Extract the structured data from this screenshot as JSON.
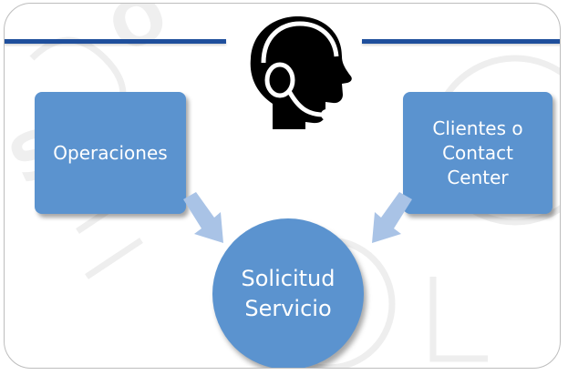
{
  "diagram": {
    "left_box": {
      "label": "Operaciones"
    },
    "right_box": {
      "lines": [
        "Clientes o",
        "Contact",
        "Center"
      ]
    },
    "center_circle": {
      "lines": [
        "Solicitud",
        "Servicio"
      ]
    },
    "icon": "headset-operator-icon",
    "watermark_text": "SOLEX"
  },
  "colors": {
    "box_fill": "#5b93cf",
    "arrow_fill": "#a9c3e6",
    "header_line": "#1f4f9c",
    "icon": "#000000"
  }
}
